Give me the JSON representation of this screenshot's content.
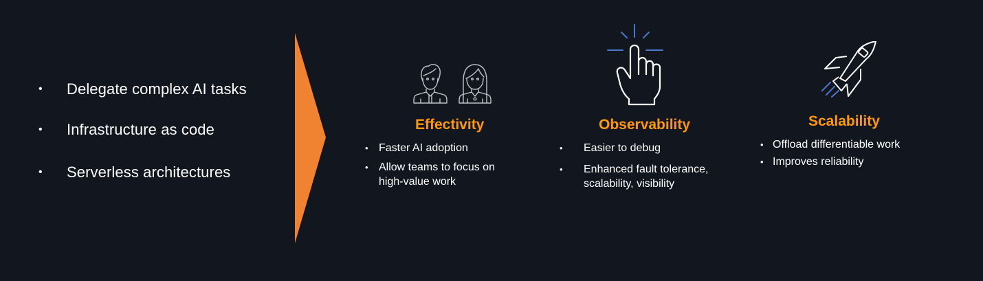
{
  "left_list": {
    "items": [
      {
        "bullet": "•",
        "label": "Delegate complex AI tasks"
      },
      {
        "bullet": "•",
        "label": "Infrastructure as code"
      },
      {
        "bullet": "•",
        "label": "Serverless architectures"
      }
    ]
  },
  "arrow": {
    "icon": "chevron-right-triangle",
    "color": "#f08332"
  },
  "columns": [
    {
      "title": "Effectivity",
      "icon": "people-icon",
      "items": [
        {
          "bullet": "•",
          "lines": [
            "Faster AI adoption"
          ]
        },
        {
          "bullet": "•",
          "lines": [
            "Allow teams to focus on",
            "high-value work"
          ]
        }
      ]
    },
    {
      "title": "Observability",
      "icon": "hand-pointer-icon",
      "items": [
        {
          "bullet": "•",
          "lines": [
            "Easier to debug"
          ]
        },
        {
          "bullet": "•",
          "lines": [
            "Enhanced fault tolerance,",
            "scalability, visibility"
          ]
        }
      ]
    },
    {
      "title": "Scalability",
      "icon": "rocket-icon",
      "items": [
        {
          "bullet": "•",
          "lines": [
            "Offload differentiable work"
          ]
        },
        {
          "bullet": "•",
          "lines": [
            "Improves reliability"
          ]
        }
      ]
    }
  ],
  "colors": {
    "background": "#12161f",
    "accent_orange": "#ff9900",
    "arrow_orange": "#f08332",
    "icon_blue": "#4a78c9",
    "text": "#ffffff"
  }
}
